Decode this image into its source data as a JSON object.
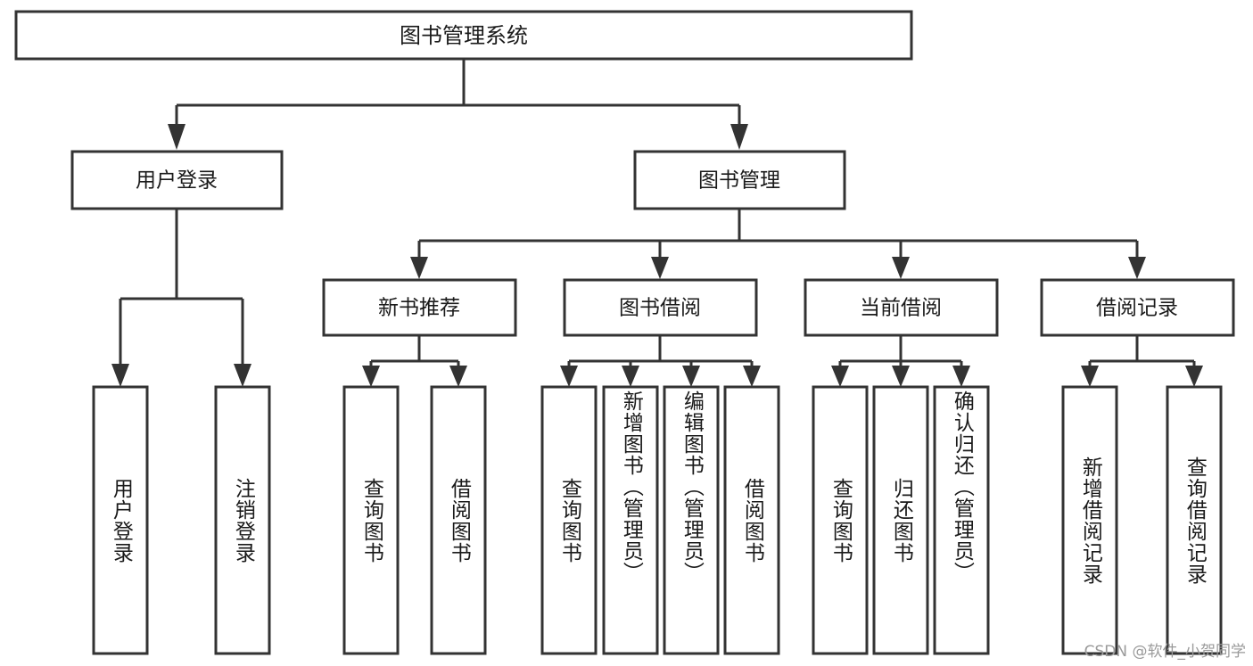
{
  "diagram": {
    "title": "图书管理系统",
    "type": "tree-hierarchy-chart",
    "root": {
      "label": "图书管理系统"
    },
    "level2": [
      {
        "key": "user_login",
        "label": "用户登录"
      },
      {
        "key": "book_manage",
        "label": "图书管理"
      }
    ],
    "level3": [
      {
        "key": "new_book_rec",
        "label": "新书推荐",
        "parent": "book_manage"
      },
      {
        "key": "book_borrow",
        "label": "图书借阅",
        "parent": "book_manage"
      },
      {
        "key": "current_borrow",
        "label": "当前借阅",
        "parent": "book_manage"
      },
      {
        "key": "borrow_record",
        "label": "借阅记录",
        "parent": "book_manage"
      }
    ],
    "leaves": [
      {
        "key": "leaf_user_login",
        "label": "用户登录",
        "parent": "user_login"
      },
      {
        "key": "leaf_logout",
        "label": "注销登录",
        "parent": "user_login"
      },
      {
        "key": "leaf_query_book_1",
        "label": "查询图书",
        "parent": "new_book_rec"
      },
      {
        "key": "leaf_borrow_book_1",
        "label": "借阅图书",
        "parent": "new_book_rec"
      },
      {
        "key": "leaf_query_book_2",
        "label": "查询图书",
        "parent": "book_borrow"
      },
      {
        "key": "leaf_add_book",
        "label": "新增图书（管理员）",
        "parent": "book_borrow"
      },
      {
        "key": "leaf_edit_book",
        "label": "编辑图书（管理员）",
        "parent": "book_borrow"
      },
      {
        "key": "leaf_borrow_book_2",
        "label": "借阅图书",
        "parent": "book_borrow"
      },
      {
        "key": "leaf_query_book_3",
        "label": "查询图书",
        "parent": "current_borrow"
      },
      {
        "key": "leaf_return_book",
        "label": "归还图书",
        "parent": "current_borrow"
      },
      {
        "key": "leaf_confirm_return",
        "label": "确认归还（管理员）",
        "parent": "current_borrow"
      },
      {
        "key": "leaf_add_record",
        "label": "新增借阅记录",
        "parent": "borrow_record"
      },
      {
        "key": "leaf_query_record",
        "label": "查询借阅记录",
        "parent": "borrow_record"
      }
    ],
    "colors": {
      "stroke": "#333333",
      "fill": "#ffffff",
      "text": "#1a1a1a",
      "watermark": "#9a9a9a"
    }
  },
  "watermark": {
    "text": "CSDN @软件_小贺同学"
  }
}
